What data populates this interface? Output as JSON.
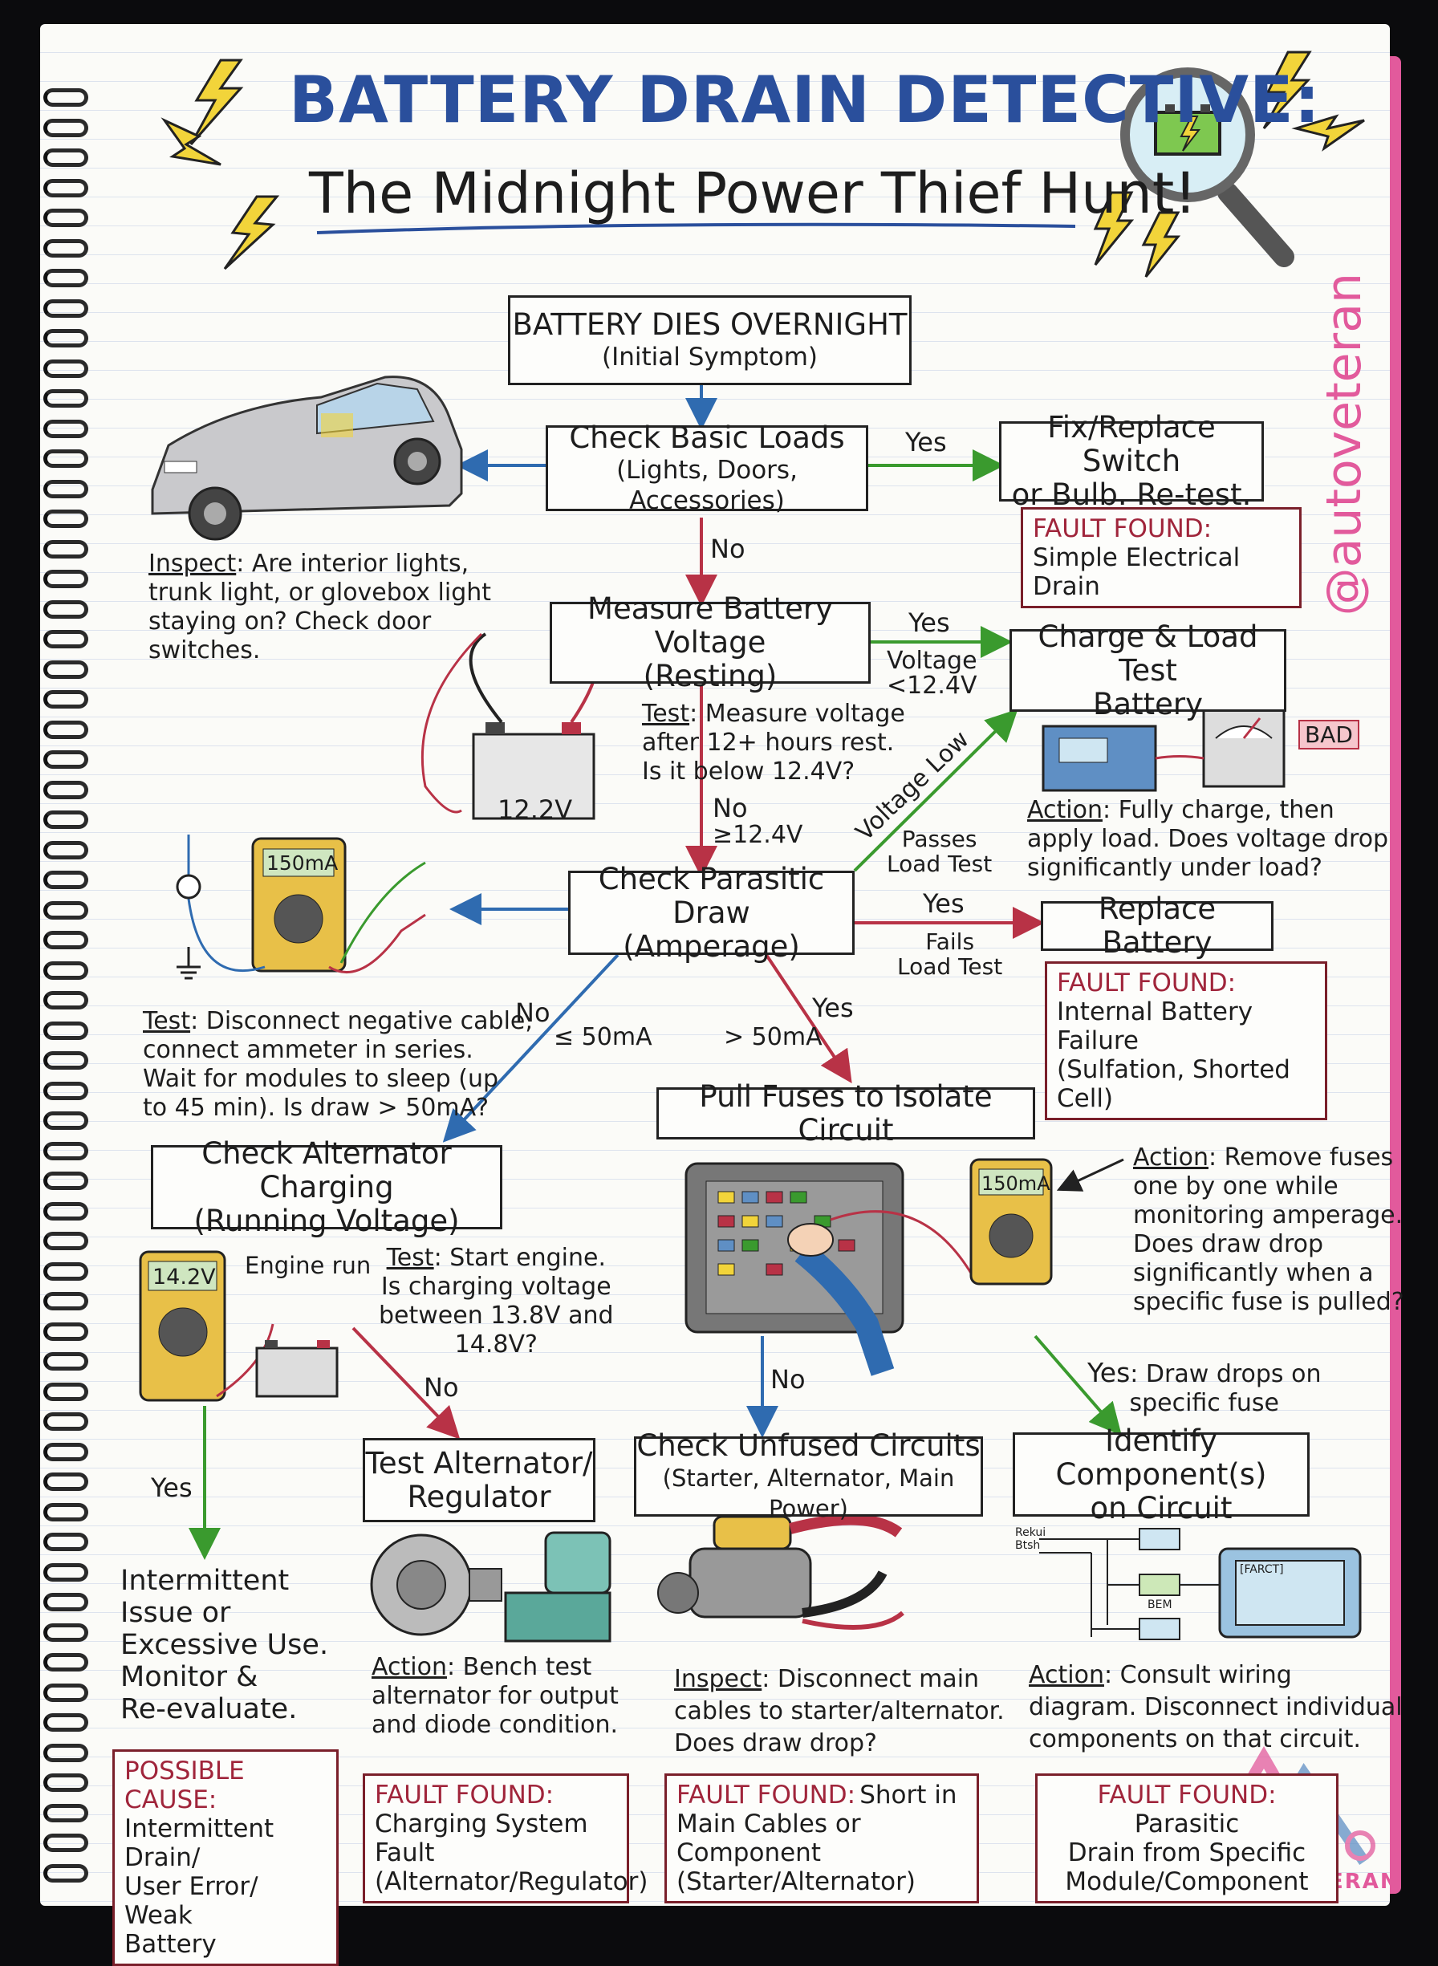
{
  "title": {
    "line1": "BATTERY DRAIN DETECTIVE:",
    "line2": "The Midnight Power Thief Hunt!"
  },
  "watermark": "@autoveteran",
  "logo_text": "AUTO VETERAN",
  "colors": {
    "blue_arrow": "#2f6bb0",
    "red_arrow": "#b83246",
    "green_arrow": "#3a9a2e",
    "fault_border": "#7a1f2a",
    "fault_head": "#a0253b",
    "title_blue": "#2a4f9c",
    "pink": "#e25a9c",
    "yellow": "#f2d43a"
  },
  "nodes": {
    "start": {
      "l1": "BATTERY DIES OVERNIGHT",
      "l2": "(Initial Symptom)"
    },
    "basic": {
      "l1": "Check Basic Loads",
      "l2": "(Lights, Doors, Accessories)"
    },
    "fixswitch": {
      "l1": "Fix/Replace Switch",
      "l2": "or Bulb. Re-test."
    },
    "voltage": {
      "l1": "Measure Battery Voltage",
      "l2": "(Resting)"
    },
    "chargetest": {
      "l1": "Charge & Load Test",
      "l2": "Battery"
    },
    "parasitic": {
      "l1": "Check Parasitic Draw",
      "l2": "(Amperage)"
    },
    "replace": {
      "l1": "Replace Battery",
      "l2": ""
    },
    "fuses": {
      "l1": "Pull Fuses to Isolate Circuit",
      "l2": ""
    },
    "alternator": {
      "l1": "Check Alternator Charging",
      "l2": "(Running Voltage)"
    },
    "testalt": {
      "l1": "Test Alternator/",
      "l2": "Regulator"
    },
    "unfused": {
      "l1": "Check Unfused Circuits",
      "l2": "(Starter, Alternator, Main Power)"
    },
    "identify": {
      "l1": "Identify Component(s)",
      "l2": "on Circuit"
    }
  },
  "faults": {
    "simple": {
      "head": "FAULT FOUND:",
      "body": "Simple Electrical Drain"
    },
    "battery": {
      "head": "FAULT FOUND:",
      "body": "Internal Battery Failure\n(Sulfation, Shorted Cell)"
    },
    "possible": {
      "head": "POSSIBLE CAUSE:",
      "body": "Intermittent Drain/\nUser Error/ Weak\nBattery"
    },
    "charging": {
      "head": "FAULT FOUND:",
      "body": "Charging System Fault\n(Alternator/Regulator)"
    },
    "short": {
      "head": "FAULT FOUND:",
      "body_inline": "Short in",
      "body": "Main Cables or Component\n(Starter/Alternator)"
    },
    "module": {
      "head": "FAULT FOUND:",
      "body_inline": "Parasitic",
      "body": "Drain from Specific\nModule/Component"
    }
  },
  "notes": {
    "inspect1": {
      "key": "Inspect",
      "text": ": Are interior lights,\ntrunk light, or glovebox light\nstaying on? Check door\nswitches."
    },
    "test1": {
      "key": "Test",
      "text": ": Measure voltage\nafter 12+ hours rest.\nIs it below 12.4V?"
    },
    "action1": {
      "key": "Action",
      "text": ": Fully charge, then\napply load. Does voltage drop\nsignificantly under load?"
    },
    "test2": {
      "key": "Test",
      "text": ": Disconnect negative cable,\nconnect ammeter in series.\nWait for modules to sleep (up\nto 45 min). Is draw > 50mA?"
    },
    "action2": {
      "key": "Action",
      "text": ": Remove fuses\none by one while\nmonitoring amperage.\nDoes draw drop\nsignificantly when a\nspecific fuse is pulled?"
    },
    "test3": {
      "key": "Test",
      "text": ": Start engine.\nIs charging voltage\nbetween 13.8V and\n14.8V?"
    },
    "intermittent": {
      "text": "Intermittent\nIssue or\nExcessive Use.\nMonitor &\nRe-evaluate."
    },
    "action3": {
      "key": "Action",
      "text": ": Bench test\nalternator for output\nand diode condition."
    },
    "inspect2": {
      "key": "Inspect",
      "text": ": Disconnect main\ncables to starter/alternator.\nDoes draw drop?"
    },
    "action4": {
      "key": "Action",
      "text": ": Consult wiring\ndiagram. Disconnect individual\ncomponents on that circuit."
    }
  },
  "edge_labels": {
    "yes1": "Yes",
    "no1": "No",
    "yes2": "Yes",
    "volt_lt": "Voltage\n<12.4V",
    "no2": "No",
    "volt_ge": "≥12.4V",
    "voltage_low": "Voltage Low",
    "passes": "Passes\nLoad Test",
    "yes3": "Yes",
    "fails": "Fails\nLoad Test",
    "no3": "No",
    "le50": "≤ 50mA",
    "gt50": "> 50mA",
    "yes4": "Yes",
    "engine_run": "Engine run",
    "no4": "No",
    "yes5": "Yes",
    "no5": "No",
    "yes6_key": "Yes",
    "yes6_text": ": Draw drops on\nspecific fuse"
  },
  "device_readouts": {
    "battery": "12.2V",
    "meter1": "150mA",
    "meter2": "150mA",
    "meter3": "14.2V",
    "bad": "BAD",
    "relay": "Rekui\nBtsh",
    "bem": "BEM",
    "ecu": "[FARCT]"
  },
  "icons": [
    "lightning-bolt-icon",
    "magnifier-battery-icon",
    "car-illustration",
    "multimeter-icon",
    "battery-icon",
    "charger-icon",
    "fuse-box-icon",
    "alternator-icon",
    "starter-motor-icon",
    "wiring-diagram-icon",
    "ground-symbol-icon"
  ]
}
